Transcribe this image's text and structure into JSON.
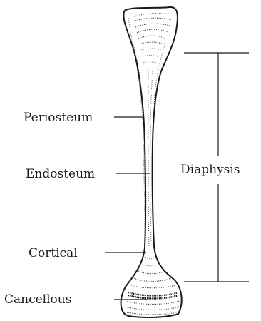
{
  "labels": {
    "periosteum": "Periosteum",
    "endosteum": "Endosteum",
    "cortical": "Cortical",
    "cancellous": "Cancellous",
    "diaphysis": "Diaphysis"
  }
}
